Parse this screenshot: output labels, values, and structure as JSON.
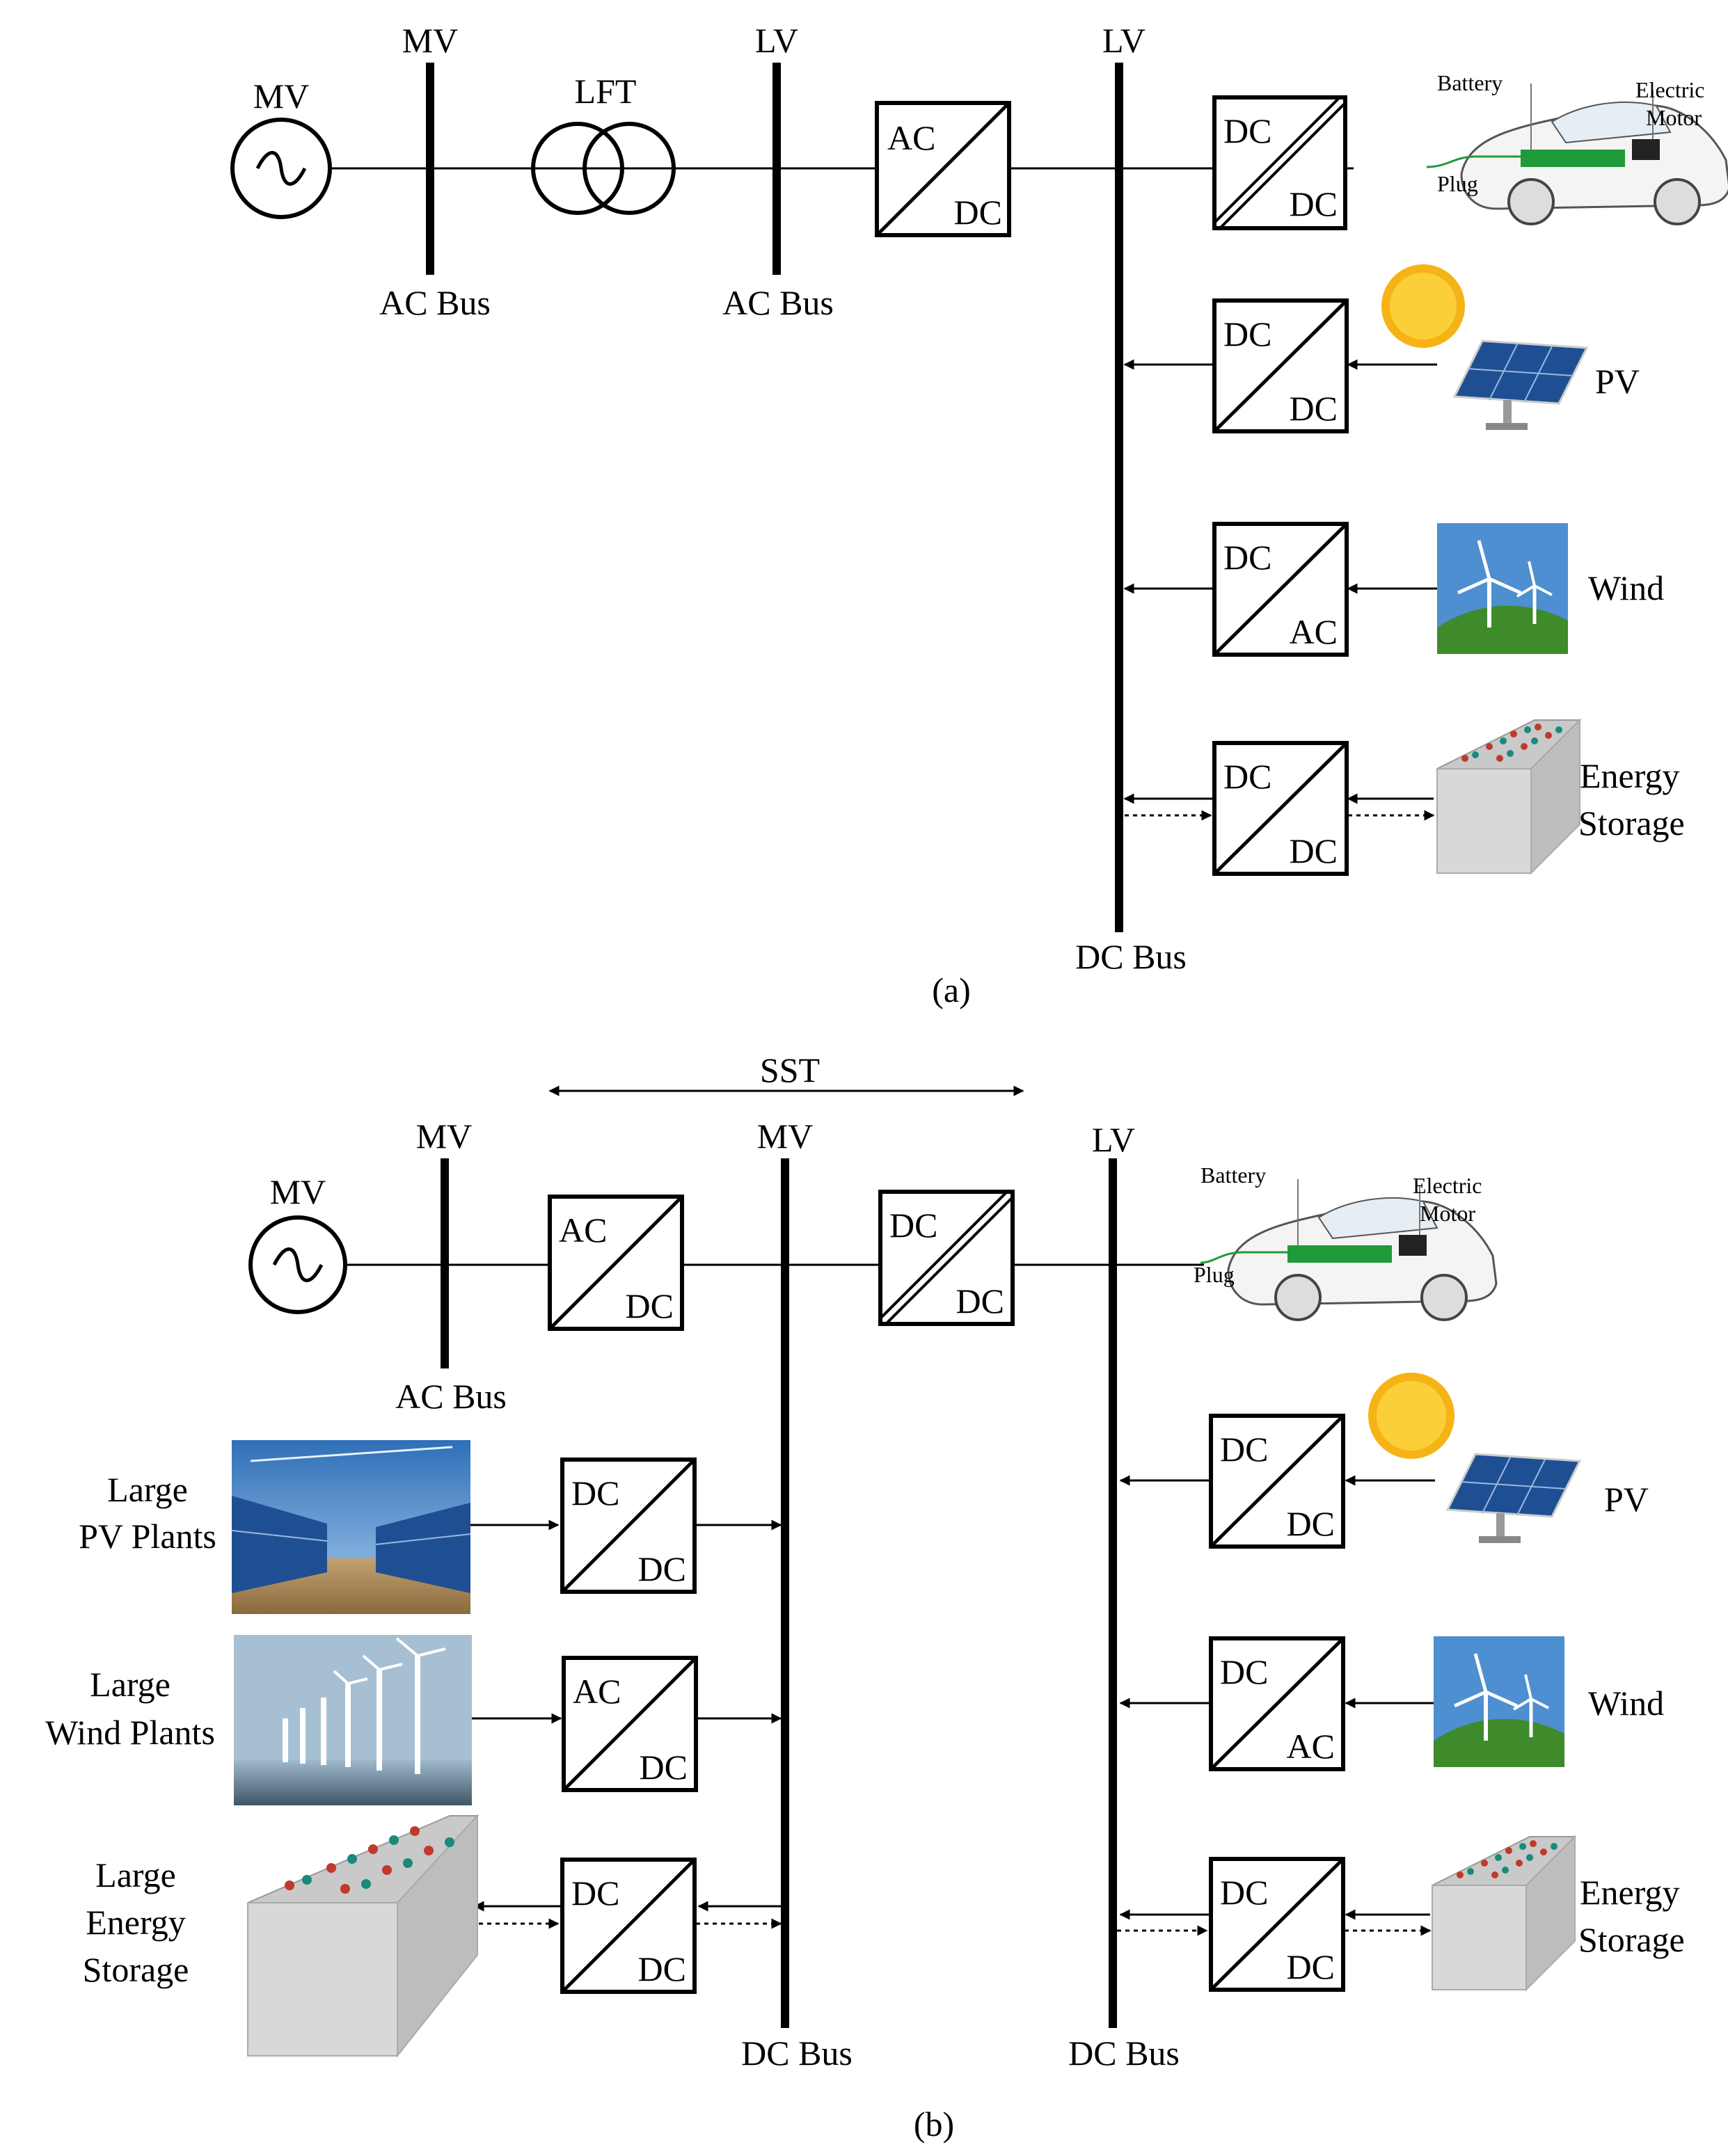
{
  "panel_a": {
    "caption": "(a)",
    "source_label": "MV",
    "bus_mv": {
      "top": "MV",
      "bottom": "AC Bus"
    },
    "transformer": "LFT",
    "bus_lv_ac": {
      "top": "LV",
      "bottom": "AC Bus"
    },
    "bus_lv_dc": {
      "top": "LV",
      "bottom": "DC Bus"
    },
    "conv_acdc": {
      "top": "AC",
      "bottom": "DC"
    },
    "conv_ev": {
      "top": "DC",
      "bottom": "DC"
    },
    "conv_pv": {
      "top": "DC",
      "bottom": "DC"
    },
    "conv_wind": {
      "top": "DC",
      "bottom": "AC"
    },
    "conv_es": {
      "top": "DC",
      "bottom": "DC"
    },
    "ev": {
      "battery": "Battery",
      "motor_1": "Electric",
      "motor_2": "Motor",
      "plug": "Plug"
    },
    "pv": "PV",
    "wind": "Wind",
    "es_1": "Energy",
    "es_2": "Storage"
  },
  "panel_b": {
    "caption": "(b)",
    "sst": "SST",
    "source_label": "MV",
    "bus_mv_ac": {
      "top": "MV",
      "bottom": "AC Bus"
    },
    "bus_mv_dc": {
      "top": "MV",
      "bottom": "DC Bus"
    },
    "bus_lv_dc": {
      "top": "LV",
      "bottom": "DC Bus"
    },
    "conv_acdc": {
      "top": "AC",
      "bottom": "DC"
    },
    "conv_dcdc": {
      "top": "DC",
      "bottom": "DC"
    },
    "conv_lpv": {
      "top": "DC",
      "bottom": "DC"
    },
    "conv_lwind": {
      "top": "AC",
      "bottom": "DC"
    },
    "conv_les": {
      "top": "DC",
      "bottom": "DC"
    },
    "conv_pv": {
      "top": "DC",
      "bottom": "DC"
    },
    "conv_wind": {
      "top": "DC",
      "bottom": "AC"
    },
    "conv_es": {
      "top": "DC",
      "bottom": "DC"
    },
    "ev": {
      "battery": "Battery",
      "motor_1": "Electric",
      "motor_2": "Motor",
      "plug": "Plug"
    },
    "pv": "PV",
    "wind": "Wind",
    "es_1": "Energy",
    "es_2": "Storage",
    "lpv_1": "Large",
    "lpv_2": "PV Plants",
    "lwind_1": "Large",
    "lwind_2": "Wind Plants",
    "les_1": "Large",
    "les_2": "Energy",
    "les_3": "Storage"
  },
  "colors": {
    "line": "#000000",
    "sky": "#4d8fd0",
    "sun": "#f6b316",
    "panel": "#1f4f93",
    "grass": "#3f8a2b",
    "battery": "#d8d8d8",
    "ev_green": "#1f9a3a"
  }
}
